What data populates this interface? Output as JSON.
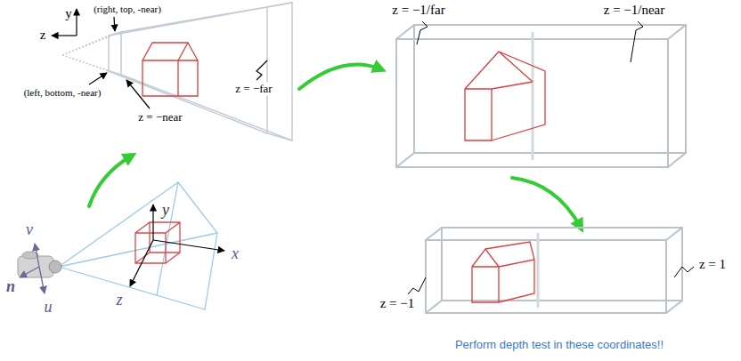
{
  "diagram": {
    "labels": [
      "(right, top, -near)",
      "y",
      "z",
      "(left, bottom, -near)",
      "z = −near",
      "z = −far",
      "v",
      "y",
      "n",
      "u",
      "x",
      "z",
      "z = −1/far",
      "z = −1/near",
      "z = −1",
      "z = 1",
      "Perform depth test in these coordinates!!"
    ]
  }
}
